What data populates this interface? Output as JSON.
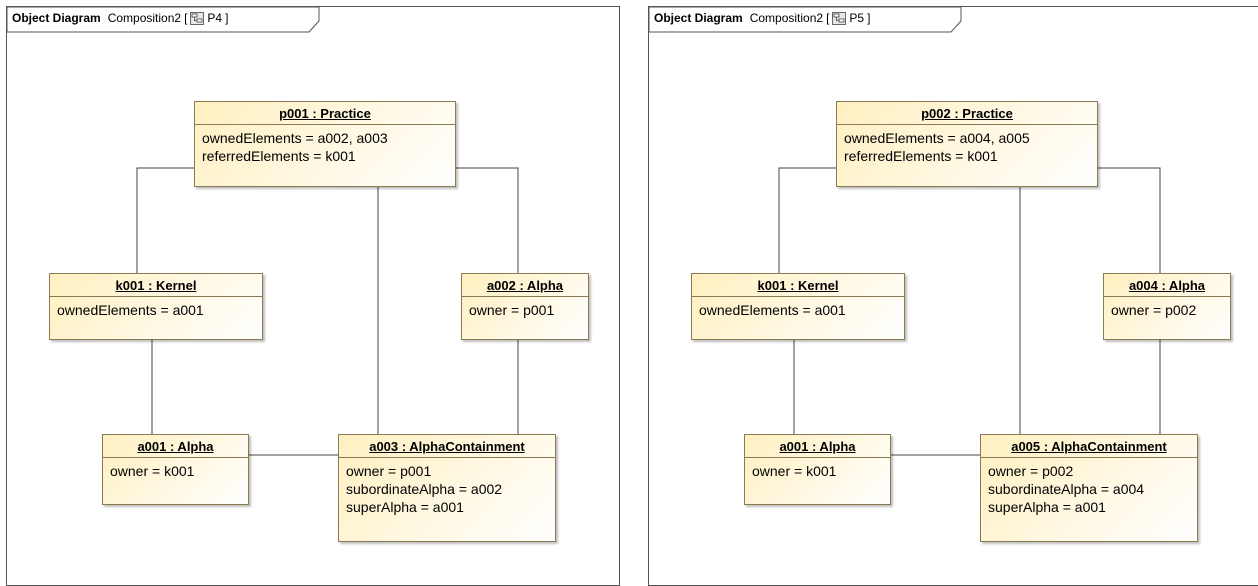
{
  "diagrams": [
    {
      "type_label": "Object Diagram",
      "name": "Composition2",
      "diagram_ref": "P4",
      "objects": {
        "practice": {
          "title": "p001 : Practice",
          "slots": [
            "ownedElements = a002, a003",
            "referredElements = k001"
          ]
        },
        "kernel": {
          "title": "k001 : Kernel",
          "slots": [
            "ownedElements = a001"
          ]
        },
        "alpha_owned": {
          "title": "a002 : Alpha",
          "slots": [
            "owner = p001"
          ]
        },
        "alpha_super": {
          "title": "a001 : Alpha",
          "slots": [
            "owner = k001"
          ]
        },
        "containment": {
          "title": "a003 : AlphaContainment",
          "slots": [
            "owner = p001",
            "subordinateAlpha = a002",
            "superAlpha = a001"
          ]
        }
      }
    },
    {
      "type_label": "Object Diagram",
      "name": "Composition2",
      "diagram_ref": "P5",
      "objects": {
        "practice": {
          "title": "p002 : Practice",
          "slots": [
            "ownedElements = a004, a005",
            "referredElements = k001"
          ]
        },
        "kernel": {
          "title": "k001 : Kernel",
          "slots": [
            "ownedElements = a001"
          ]
        },
        "alpha_owned": {
          "title": "a004 : Alpha",
          "slots": [
            "owner = p002"
          ]
        },
        "alpha_super": {
          "title": "a001 : Alpha",
          "slots": [
            "owner = k001"
          ]
        },
        "containment": {
          "title": "a005 : AlphaContainment",
          "slots": [
            "owner = p002",
            "subordinateAlpha = a004",
            "superAlpha = a001"
          ]
        }
      }
    }
  ]
}
